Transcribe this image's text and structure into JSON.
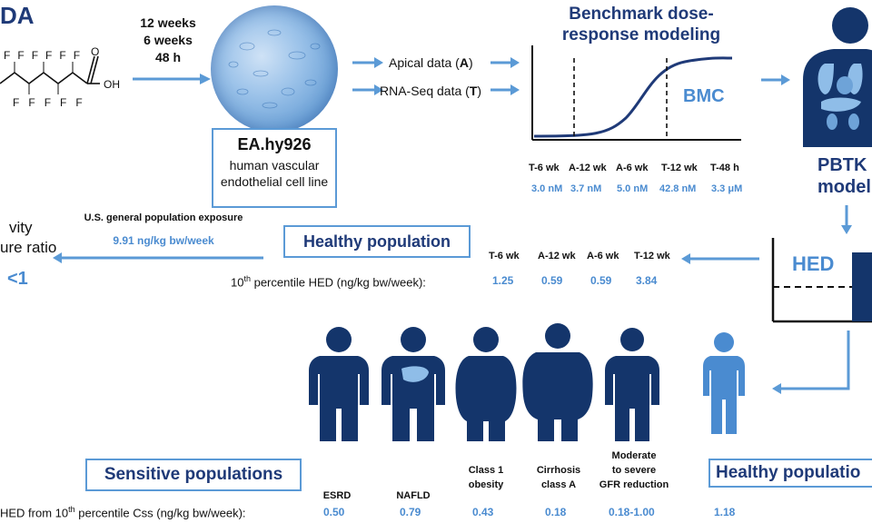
{
  "chemical": {
    "title_partial": "DA",
    "label_F": "F",
    "label_OH": "OH",
    "label_O": "O"
  },
  "exposure_durations": [
    "12 weeks",
    "6 weeks",
    "48 h"
  ],
  "cell_line": {
    "name": "EA.hy926",
    "desc_line1": "human vascular",
    "desc_line2": "endothelial cell line"
  },
  "data_types": {
    "apical_prefix": "Apical data (",
    "apical_code": "A",
    "rnaseq_prefix": "RNA-Seq data (",
    "rnaseq_code": "T",
    "suffix": ")"
  },
  "bmd": {
    "title_line1": "Benchmark dose-",
    "title_line2": "response modeling",
    "curve_label": "BMC",
    "headers": [
      "T-6 wk",
      "A-12 wk",
      "A-6 wk",
      "T-12 wk",
      "T-48 h"
    ],
    "values": [
      "3.0 nM",
      "3.7 nM",
      "5.0 nM",
      "42.8 nM",
      "3.3 μM"
    ]
  },
  "pbtk": {
    "line1": "PBTK",
    "line2": "modeling"
  },
  "hed_chart_label": "HED",
  "healthy": {
    "box_label": "Healthy population",
    "headers": [
      "T-6 wk",
      "A-12 wk",
      "A-6 wk",
      "T-12 wk"
    ],
    "hed_label_prefix": "10",
    "hed_label_sup": "th",
    "hed_label_suffix": " percentile HED (ng/kg bw/week):",
    "values": [
      "1.25",
      "0.59",
      "0.59",
      "3.84"
    ]
  },
  "exposure": {
    "title": "U.S. general population exposure",
    "value": "9.91 ng/kg bw/week"
  },
  "ratio": {
    "line1": "vity",
    "line2": "ure ratio",
    "value": "<1"
  },
  "sensitive": {
    "box_label": "Sensitive populations",
    "groups": [
      {
        "label": "ESRD",
        "value": "0.50"
      },
      {
        "label": "NAFLD",
        "value": "0.79"
      },
      {
        "label": "Class 1\nobesity",
        "value": "0.43"
      },
      {
        "label": "Cirrhosis\nclass A",
        "value": "0.18"
      },
      {
        "label": "Moderate\nto severe\nGFR reduction",
        "value": "0.18-1.00"
      }
    ],
    "row_label_prefix": " HED from 10",
    "row_label_sup": "th",
    "row_label_suffix": " percentile Css (ng/kg bw/week):"
  },
  "healthy_bottom": {
    "box_label": "Healthy populatio",
    "value": "1.18"
  },
  "colors": {
    "navy": "#1f3a78",
    "blue": "#4a8bd0",
    "light_blue": "#5b9ad6",
    "dark_body": "#14356b"
  }
}
